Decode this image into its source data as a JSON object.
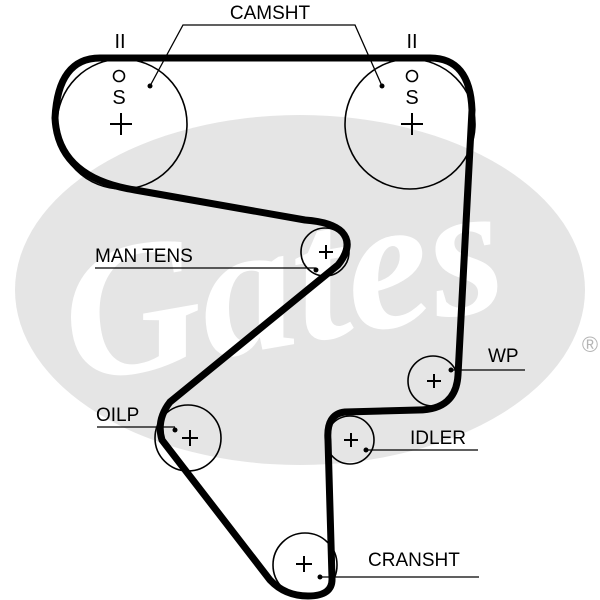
{
  "labels": {
    "camshaft": "CAMSHT",
    "man_tens": "MAN TENS",
    "oil_pump": "OILP",
    "water_pump": "WP",
    "idler": "IDLER",
    "crankshaft": "CRANSHT"
  },
  "timing_marks": {
    "left_top": "II",
    "right_top": "II",
    "left_s": "S",
    "right_s": "S"
  },
  "watermark": {
    "text": "Gates",
    "registered": "®"
  }
}
